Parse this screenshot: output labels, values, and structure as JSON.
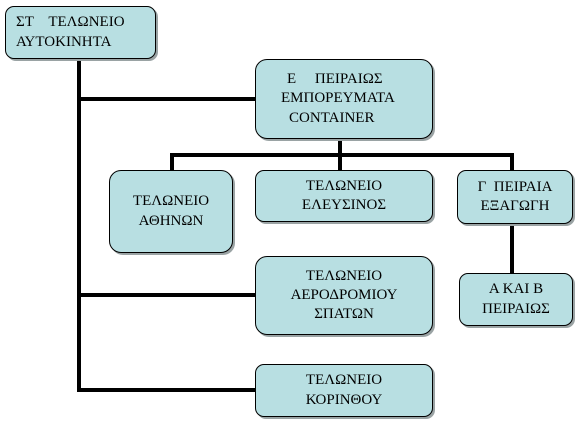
{
  "colors": {
    "box_fill": "#b8dfe2",
    "line": "#000000"
  },
  "nodes": {
    "st": [
      "ΣΤ    ΤΕΛΩΝΕΙΟ",
      "ΑΥΤΟΚΙΝΗΤΑ"
    ],
    "e": [
      "Ε     ΠΕΙΡΑΙΩΣ",
      "ΕΜΠΟΡΕΥΜΑΤΑ",
      "CONTAINER"
    ],
    "athinon": [
      "ΤΕΛΩΝΕΙΟ",
      "ΑΘΗΝΩΝ"
    ],
    "elefsinos": [
      "ΤΕΛΩΝΕΙΟ",
      "ΕΛΕΥΣΙΝΟΣ"
    ],
    "g": [
      "Γ  ΠΕΙΡΑΙΑ",
      "ΕΞΑΓΩΓΗ"
    ],
    "aerodromiou": [
      "ΤΕΛΩΝΕΙΟ",
      "ΑΕΡΟΔΡΟΜΙΟΥ",
      "ΣΠΑΤΩΝ"
    ],
    "ab": [
      "Α ΚΑΙ Β",
      "ΠΕΙΡΑΙΩΣ"
    ],
    "korinthou": [
      "ΤΕΛΩΝΕΙΟ",
      "ΚΟΡΙΝΘΟΥ"
    ]
  }
}
